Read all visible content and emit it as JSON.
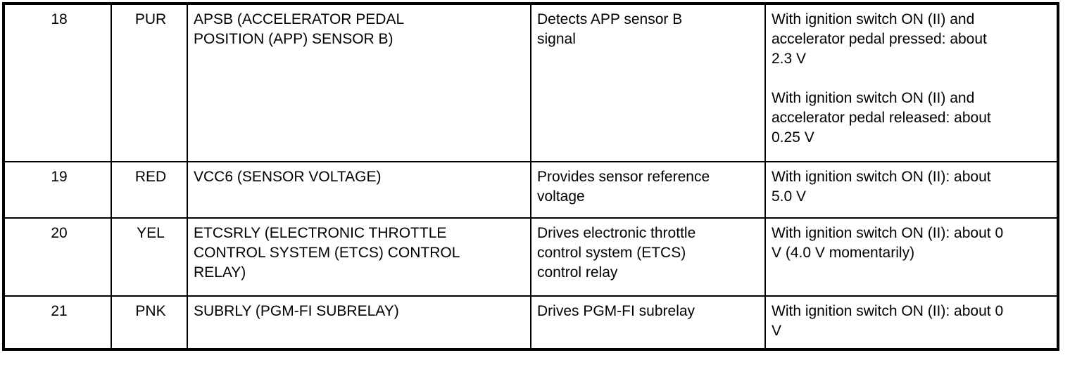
{
  "table": {
    "rows": [
      {
        "pin": "18",
        "wire_color": "PUR",
        "terminal": "APSB (ACCELERATOR PEDAL\nPOSITION (APP) SENSOR B)",
        "function": "Detects APP sensor B\nsignal",
        "signal": "With ignition switch ON (II) and\naccelerator pedal pressed: about\n2.3 V\n\nWith ignition switch ON (II) and\naccelerator pedal released: about\n0.25 V"
      },
      {
        "pin": "19",
        "wire_color": "RED",
        "terminal": "VCC6 (SENSOR VOLTAGE)",
        "function": "Provides sensor reference\nvoltage",
        "signal": "With ignition switch ON (II): about\n5.0 V"
      },
      {
        "pin": "20",
        "wire_color": "YEL",
        "terminal": "ETCSRLY (ELECTRONIC THROTTLE\nCONTROL SYSTEM (ETCS) CONTROL\nRELAY)",
        "function": "Drives electronic throttle\ncontrol system (ETCS)\ncontrol relay",
        "signal": "With ignition switch ON (II): about 0\nV (4.0 V momentarily)"
      },
      {
        "pin": "21",
        "wire_color": "PNK",
        "terminal": "SUBRLY (PGM-FI SUBRELAY)",
        "function": "Drives PGM-FI subrelay",
        "signal": "With ignition switch ON (II): about 0\nV"
      }
    ]
  },
  "colors": {
    "border": "#000000",
    "background": "#ffffff",
    "text": "#000000"
  }
}
